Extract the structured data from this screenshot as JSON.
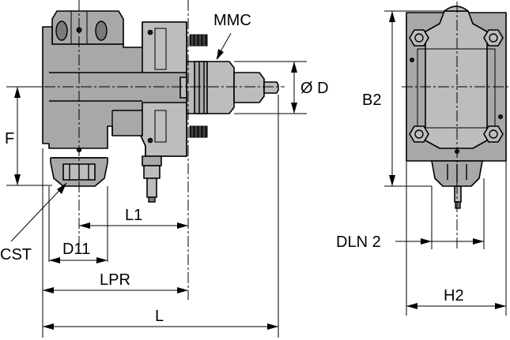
{
  "labels": {
    "mmc": "MMC",
    "od": "Ø D",
    "f": "F",
    "l1": "L1",
    "cst": "CST",
    "d11": "D11",
    "lpr": "LPR",
    "l": "L",
    "b2": "B2",
    "dln2": "DLN 2",
    "h2": "H2"
  },
  "colors": {
    "body": "#a8a8a8",
    "body_light": "#bdbdbd",
    "dark_parts": "#1a1a1a",
    "lines": "#000000"
  }
}
